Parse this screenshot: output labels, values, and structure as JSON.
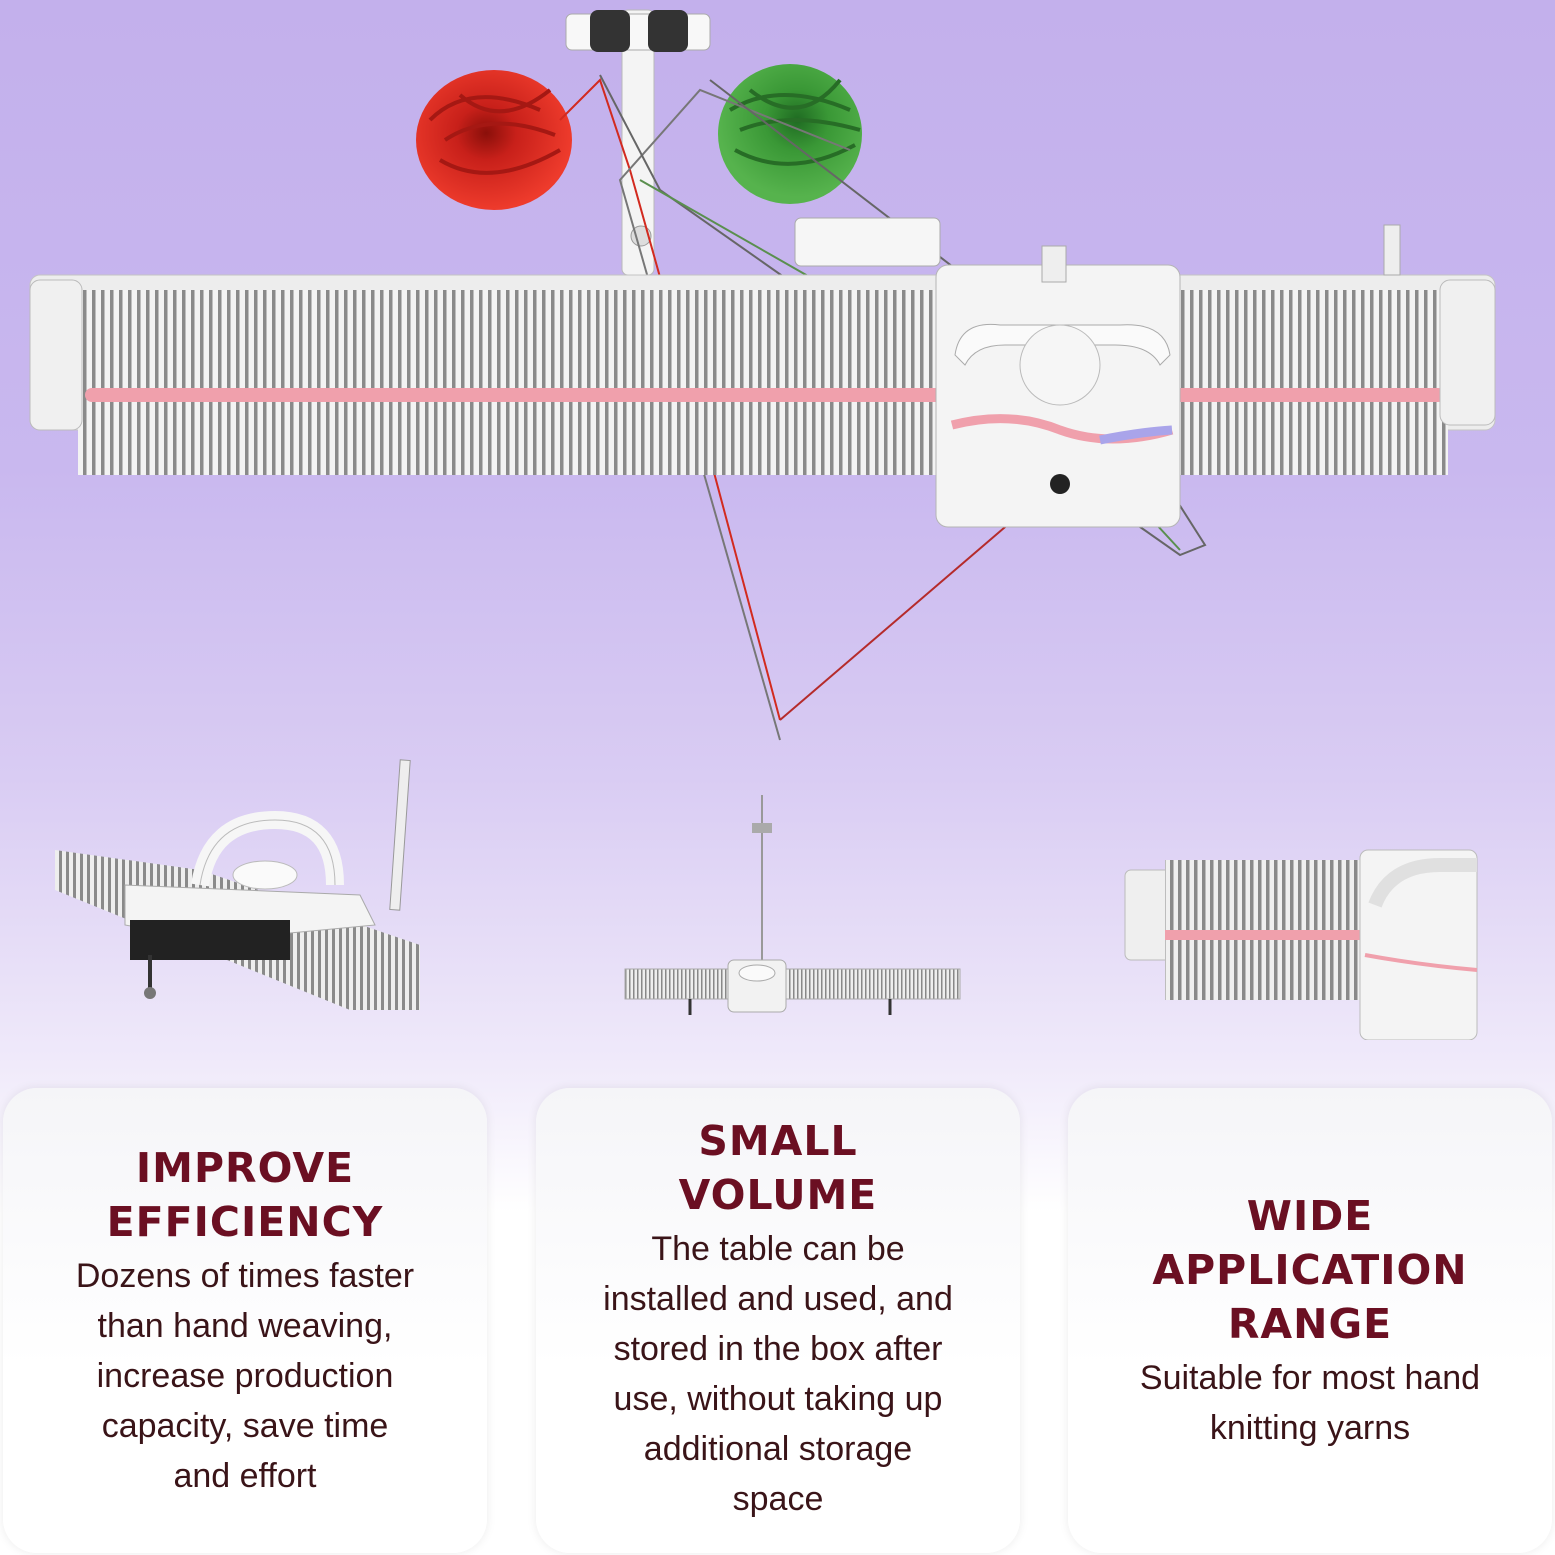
{
  "colors": {
    "background_top": "#c3b0ec",
    "card_title": "#6b0f22",
    "card_body": "#3a1418",
    "yarn_red": "#e12a22",
    "yarn_green": "#3d9a3a",
    "needle_bed_stripe": "#f0a0ac"
  },
  "images": {
    "hero": "knitting-machine-with-yarn-balls",
    "thumb_left": "carriage-closeup-with-clamp",
    "thumb_center": "full-machine-with-yarn-mast",
    "thumb_right": "needle-bed-end-closeup"
  },
  "cards": [
    {
      "title_lines": [
        "IMPROVE",
        "EFFICIENCY"
      ],
      "body_lines": [
        "Dozens of times faster",
        "than hand weaving,",
        "increase production",
        "capacity, save time",
        "and effort"
      ]
    },
    {
      "title_lines": [
        "SMALL",
        "VOLUME"
      ],
      "body_lines": [
        "The table can be",
        "installed and used, and",
        "stored in the box after",
        "use, without taking up",
        "additional storage",
        "space"
      ]
    },
    {
      "title_lines": [
        "WIDE",
        "APPLICATION",
        "RANGE"
      ],
      "body_lines": [
        "Suitable for most hand",
        "knitting yarns"
      ]
    }
  ]
}
